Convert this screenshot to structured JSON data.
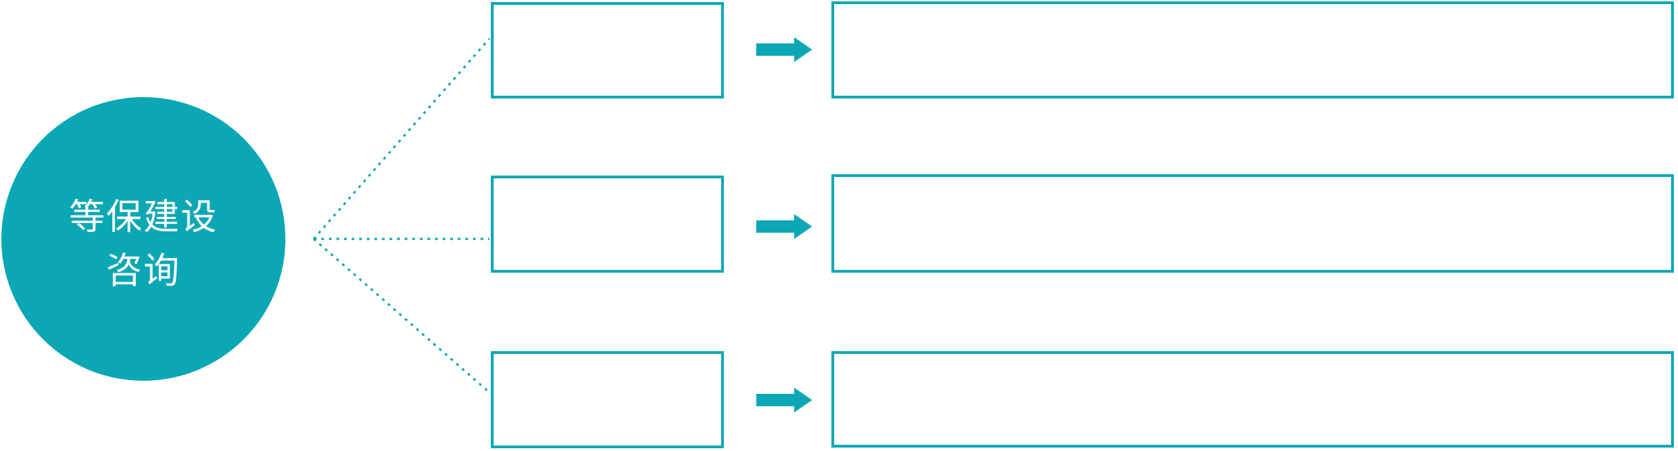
{
  "diagram": {
    "type": "radial-flow-diagram",
    "colors": {
      "accent_teal": "#0ba7b5",
      "text_on_accent": "#ffffff",
      "background": "#ffffff"
    },
    "center_node": {
      "label": "等保建设咨询",
      "line1": "等保建设",
      "line2": "咨询"
    },
    "branches": [
      {
        "step_label": "",
        "detail_label": ""
      },
      {
        "step_label": "",
        "detail_label": ""
      },
      {
        "step_label": "",
        "detail_label": ""
      }
    ],
    "icons": {
      "connector_style": "dotted-line",
      "arrow_style": "right-block-arrow"
    }
  }
}
